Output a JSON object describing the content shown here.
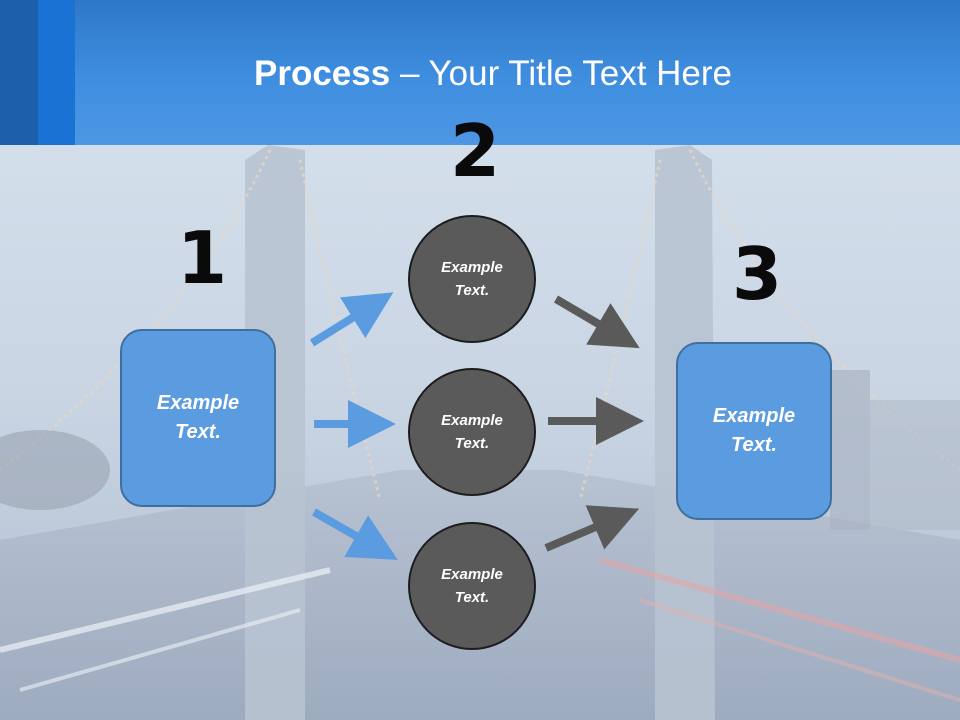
{
  "slide": {
    "title_bold": "Process",
    "title_rest": " – Your Title Text Here"
  },
  "steps": {
    "one": "1",
    "two": "2",
    "three": "3"
  },
  "left_box": {
    "line1": "Example",
    "line2": "Text."
  },
  "circles": [
    {
      "line1": "Example",
      "line2": "Text."
    },
    {
      "line1": "Example",
      "line2": "Text."
    },
    {
      "line1": "Example",
      "line2": "Text."
    }
  ],
  "right_box": {
    "line1": "Example",
    "line2": "Text."
  },
  "colors": {
    "header_blue": "#3f8ee0",
    "box_blue": "#5b9be0",
    "circle_gray": "#5a5a5a",
    "arrow_blue": "#5b9be0",
    "arrow_gray": "#5a5a5a"
  }
}
